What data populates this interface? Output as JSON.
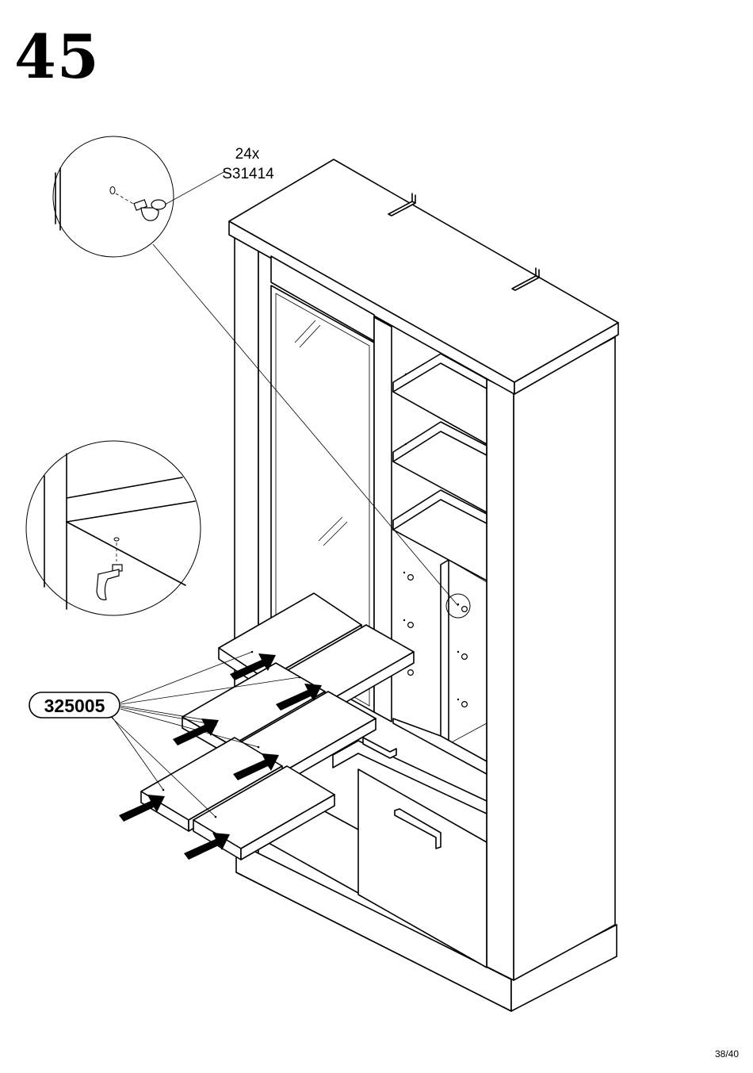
{
  "step": {
    "number": "45"
  },
  "hardware": {
    "quantity": "24x",
    "code": "S31414"
  },
  "part": {
    "code": "325005"
  },
  "page": {
    "number": "38/40"
  }
}
